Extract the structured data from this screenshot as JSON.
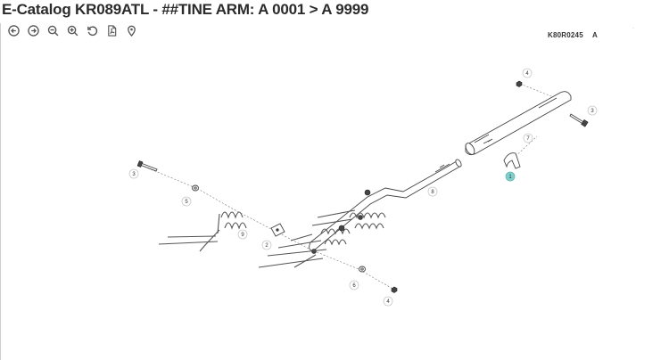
{
  "header": {
    "title": "E-Catalog KR089ATL - ##TINE ARM: A 0001 > A 9999"
  },
  "toolbar": {
    "buttons": [
      {
        "name": "previous-button",
        "icon": "arrow-left-circle-icon"
      },
      {
        "name": "next-button",
        "icon": "arrow-right-circle-icon"
      },
      {
        "name": "zoom-out-button",
        "icon": "zoom-out-icon"
      },
      {
        "name": "zoom-in-button",
        "icon": "zoom-in-icon"
      },
      {
        "name": "reset-button",
        "icon": "rotate-ccw-icon"
      },
      {
        "name": "pdf-button",
        "icon": "pdf-file-icon"
      },
      {
        "name": "location-button",
        "icon": "map-pin-icon"
      }
    ]
  },
  "drawing": {
    "reference": "K80R0245",
    "revision": "A",
    "mark": "·",
    "callouts": {
      "c1": "1",
      "c2": "2",
      "c3a": "3",
      "c3b": "3",
      "c4a": "4",
      "c4b": "4",
      "c5": "5",
      "c6": "6",
      "c7": "7",
      "c8": "8",
      "c9": "9"
    },
    "highlight_color": "#7fcfca"
  }
}
